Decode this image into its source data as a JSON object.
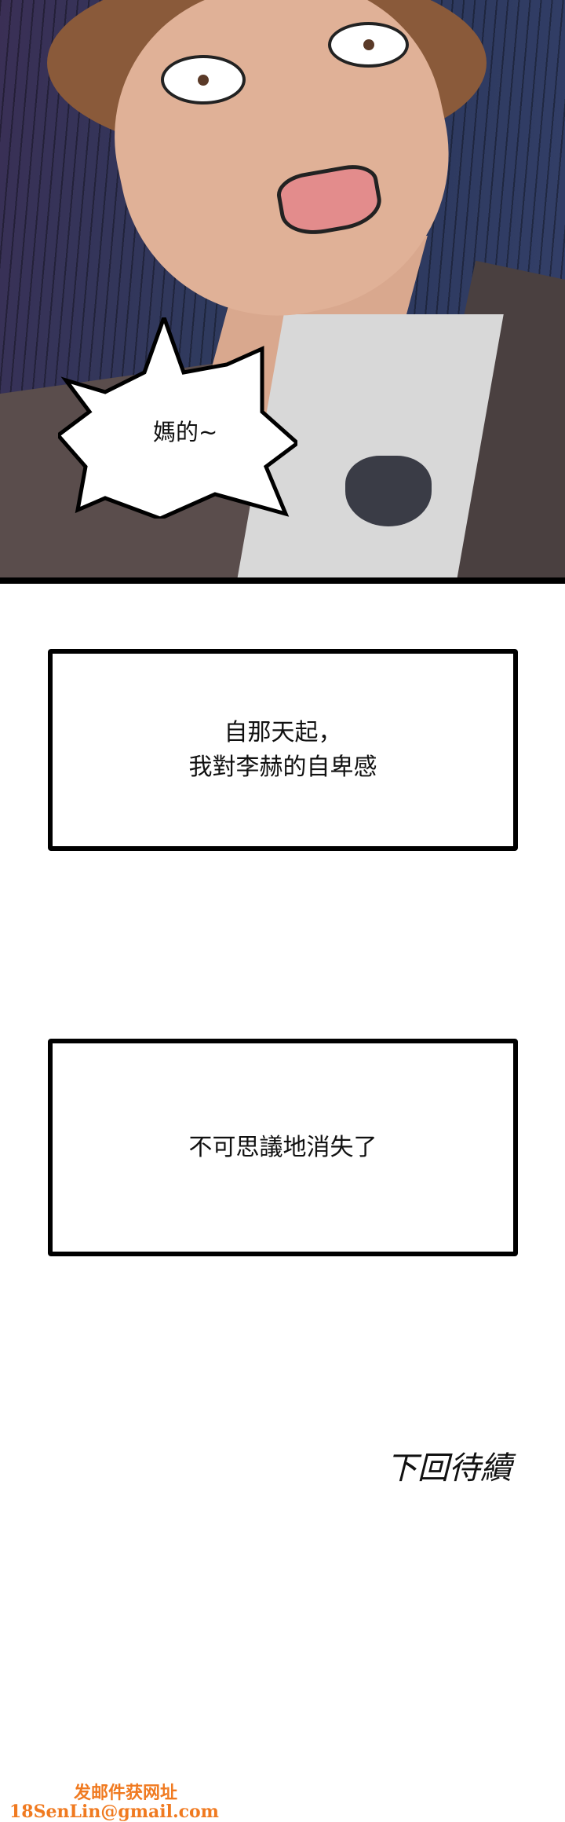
{
  "panel1": {
    "speech_bubble": "媽的~",
    "description": "shocked man in suit with tearful eyes"
  },
  "captions": [
    {
      "lines": [
        "自那天起，",
        "我對李赫的自卑感"
      ]
    },
    {
      "lines": [
        "不可思議地消失了"
      ]
    }
  ],
  "to_be_continued": "下回待續",
  "watermark": {
    "line1": "发邮件获网址",
    "line2": "18SenLin@gmail.com",
    "color": "#f07a20"
  }
}
